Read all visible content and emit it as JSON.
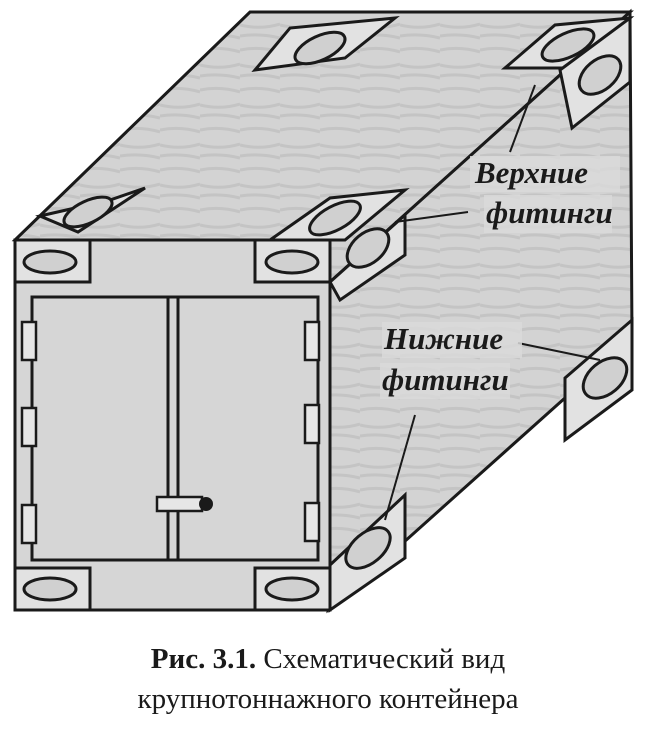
{
  "labels": {
    "top_fittings": [
      "Верхние",
      "фитинги"
    ],
    "bottom_fittings": [
      "Нижние",
      "фитинги"
    ]
  },
  "caption": {
    "number": "Рис. 3.1.",
    "line1": "Схематический вид",
    "line2": "крупнотоннажного контейнера"
  },
  "colors": {
    "ink": "#1a1a1a",
    "wall": "#d2d2d2",
    "wall_dark": "#bdbdbd",
    "fitting": "#e2e2e2"
  }
}
